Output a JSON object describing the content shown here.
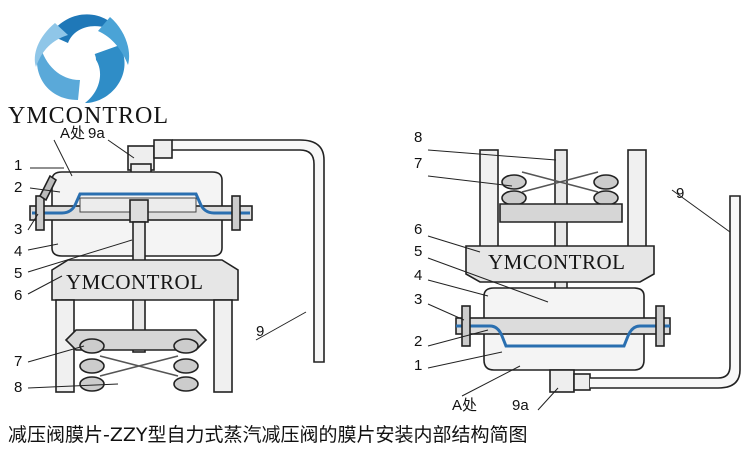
{
  "brand": {
    "name": "YMCONTROL",
    "logo_colors": [
      "#1f78b8",
      "#4aa3d6",
      "#8fc6e8"
    ]
  },
  "caption": "减压阀膜片-ZZY型自力式蒸汽减压阀的膜片安装内部结构简图",
  "left_diagram": {
    "plate_text": "YMCONTROL",
    "labels": {
      "a": "A处",
      "n9a": "9a",
      "n1": "1",
      "n2": "2",
      "n3": "3",
      "n4": "4",
      "n5": "5",
      "n6": "6",
      "n7": "7",
      "n8": "8",
      "n9": "9"
    }
  },
  "right_diagram": {
    "plate_text": "YMCONTROL",
    "labels": {
      "a": "A处",
      "n9a": "9a",
      "n1": "1",
      "n2": "2",
      "n3": "3",
      "n4": "4",
      "n5": "5",
      "n6": "6",
      "n7": "7",
      "n8": "8",
      "n9": "9"
    }
  },
  "colors": {
    "diaphragm": "#2a6fb0",
    "line": "#222222",
    "fill": "#f2f2f2",
    "plate": "#e6e6e6"
  }
}
